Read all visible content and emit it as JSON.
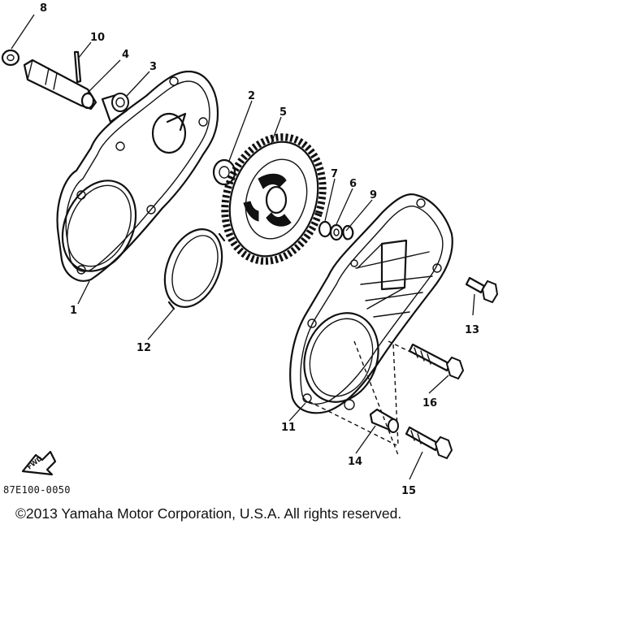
{
  "diagram": {
    "parts": [
      {
        "number": "1"
      },
      {
        "number": "2"
      },
      {
        "number": "3"
      },
      {
        "number": "4"
      },
      {
        "number": "5"
      },
      {
        "number": "6"
      },
      {
        "number": "7"
      },
      {
        "number": "8"
      },
      {
        "number": "9"
      },
      {
        "number": "10"
      },
      {
        "number": "11"
      },
      {
        "number": "12"
      },
      {
        "number": "13"
      },
      {
        "number": "14"
      },
      {
        "number": "15"
      },
      {
        "number": "16"
      }
    ],
    "fwd_label": "FWD",
    "part_code": "87E100-0050"
  },
  "footer": {
    "copyright": "©2013 Yamaha Motor Corporation, U.S.A. All rights reserved."
  }
}
